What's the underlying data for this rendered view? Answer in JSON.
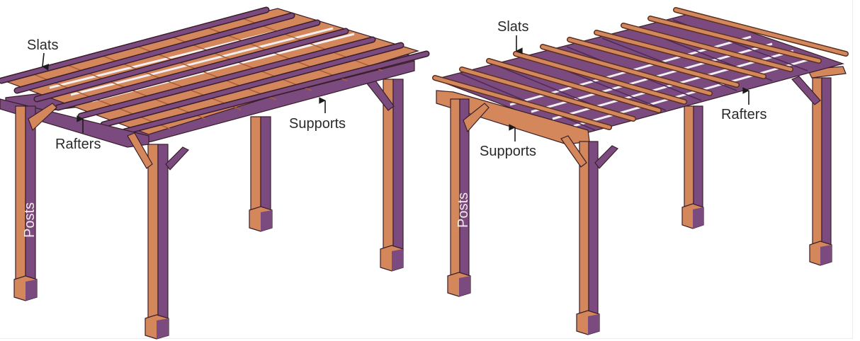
{
  "colors": {
    "wood_light": "#d4875a",
    "wood_purple": "#7b4b80",
    "outline": "#3a1e2a",
    "gap": "#f2f0f2",
    "label_text": "#2a2a2a",
    "post_label_text": "#f4ece6",
    "background": "#ffffff"
  },
  "diagrams": [
    {
      "name": "pergola-left",
      "color_scheme": "slats purple, rafters orange, supports purple",
      "labels": {
        "slats": "Slats",
        "rafters": "Rafters",
        "supports": "Supports",
        "posts": "Posts"
      }
    },
    {
      "name": "pergola-right",
      "color_scheme": "slats orange, rafters purple, supports orange",
      "labels": {
        "slats": "Slats",
        "rafters": "Rafters",
        "supports": "Supports",
        "posts": "Posts"
      }
    }
  ]
}
